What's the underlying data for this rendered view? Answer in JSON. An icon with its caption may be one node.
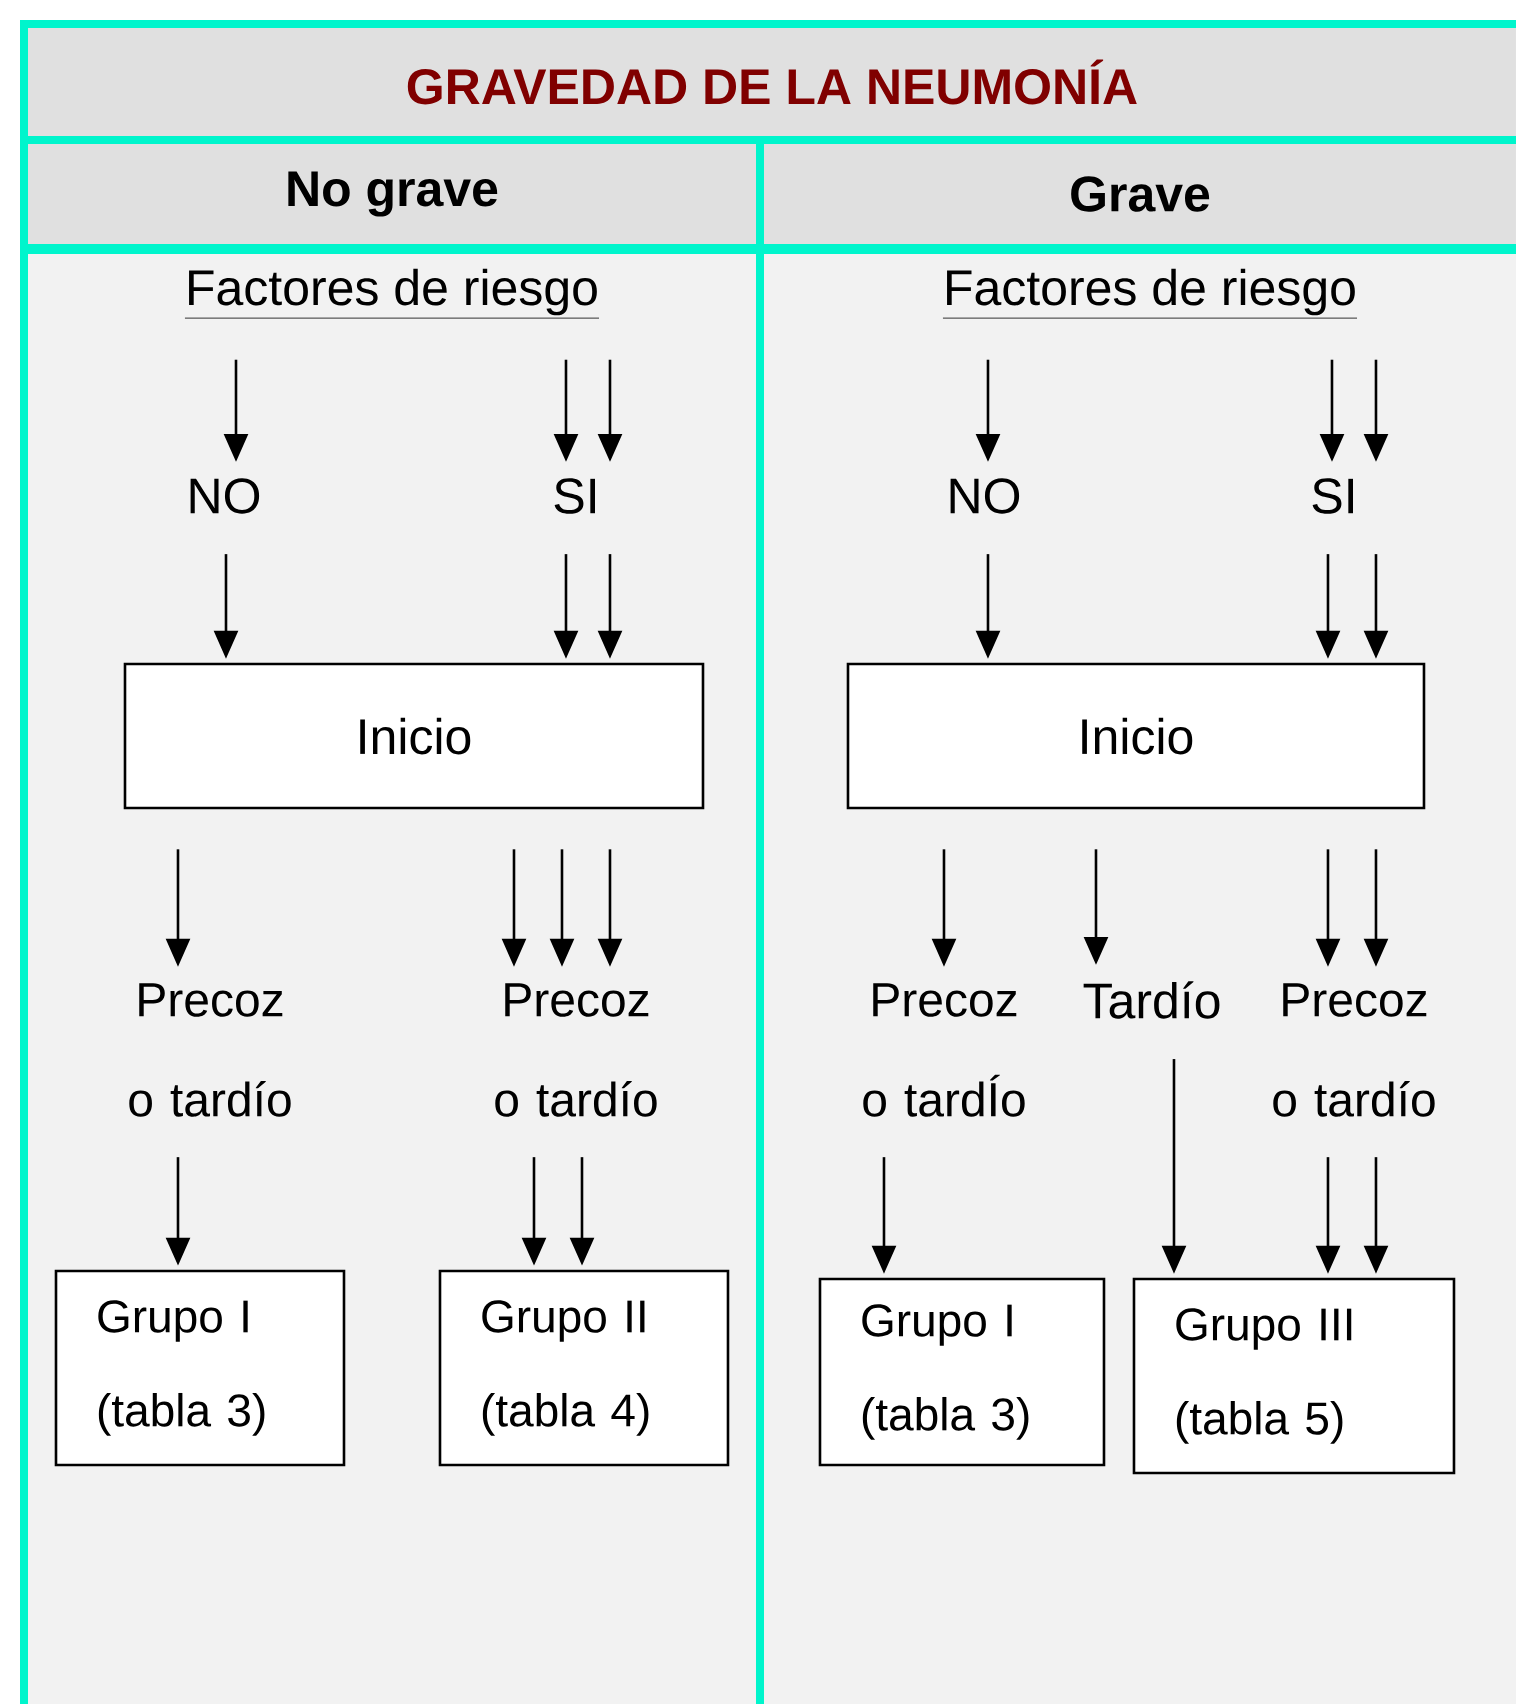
{
  "diagram": {
    "nodes": [
      {
        "text": [
          "GRAVEDAD DE LA NEUMONÍA"
        ]
      },
      {
        "text": [
          "No grave"
        ]
      },
      {
        "text": [
          "Grave"
        ]
      },
      {
        "text": [
          "Factores de riesgo"
        ]
      },
      {
        "text": [
          "NO"
        ]
      },
      {
        "text": [
          "SI"
        ]
      },
      {
        "text": [
          "Inicio"
        ]
      },
      {
        "text": [
          "Precoz o tardío"
        ]
      },
      {
        "text": [
          "Precoz o tardío"
        ]
      },
      {
        "text": [
          "Grupo I (tabla 3)"
        ]
      },
      {
        "text": [
          "Grupo II (tabla 4)"
        ]
      },
      {
        "text": [
          "Factores de riesgo"
        ]
      },
      {
        "text": [
          "NO"
        ]
      },
      {
        "text": [
          "SI"
        ]
      },
      {
        "text": [
          "Inicio"
        ]
      },
      {
        "text": [
          "Precoz o tardÍo"
        ]
      },
      {
        "text": [
          "Tardío"
        ]
      },
      {
        "text": [
          "Precoz o tardío"
        ]
      },
      {
        "text": [
          "Grupo I (tabla 3)"
        ]
      },
      {
        "text": [
          "Grupo III (tabla 5)"
        ]
      }
    ],
    "edges": [
      {
        "from": 3,
        "to": 4,
        "arrow": "to"
      },
      {
        "from": 3,
        "to": 5,
        "arrow": "to"
      },
      {
        "from": 3,
        "to": 5,
        "arrow": "to"
      },
      {
        "from": 4,
        "to": 6,
        "arrow": "to"
      },
      {
        "from": 5,
        "to": 6,
        "arrow": "to"
      },
      {
        "from": 5,
        "to": 6,
        "arrow": "to"
      },
      {
        "from": 6,
        "to": 7,
        "arrow": "to"
      },
      {
        "from": 6,
        "to": 8,
        "arrow": "to"
      },
      {
        "from": 6,
        "to": 8,
        "arrow": "to"
      },
      {
        "from": 6,
        "to": 8,
        "arrow": "to"
      },
      {
        "from": 7,
        "to": 9,
        "arrow": "to"
      },
      {
        "from": 8,
        "to": 10,
        "arrow": "to"
      },
      {
        "from": 8,
        "to": 10,
        "arrow": "to"
      },
      {
        "from": 11,
        "to": 12,
        "arrow": "to"
      },
      {
        "from": 11,
        "to": 13,
        "arrow": "to"
      },
      {
        "from": 11,
        "to": 13,
        "arrow": "to"
      },
      {
        "from": 12,
        "to": 14,
        "arrow": "to"
      },
      {
        "from": 13,
        "to": 14,
        "arrow": "to"
      },
      {
        "from": 13,
        "to": 14,
        "arrow": "to"
      },
      {
        "from": 14,
        "to": 15,
        "arrow": "to"
      },
      {
        "from": 14,
        "to": 16,
        "arrow": "to"
      },
      {
        "from": 14,
        "to": 17,
        "arrow": "to"
      },
      {
        "from": 14,
        "to": 17,
        "arrow": "to"
      },
      {
        "from": 15,
        "to": 18,
        "arrow": "to"
      },
      {
        "from": 16,
        "to": 19,
        "arrow": "to"
      },
      {
        "from": 17,
        "to": 19,
        "arrow": "to"
      },
      {
        "from": 17,
        "to": 19,
        "arrow": "to"
      }
    ]
  }
}
